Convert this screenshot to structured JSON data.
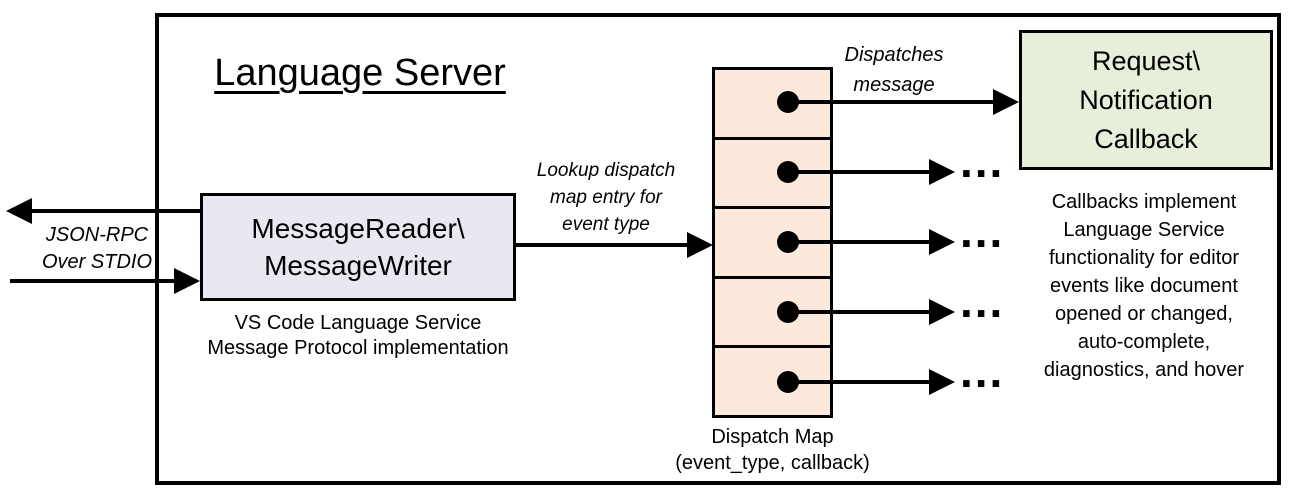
{
  "title": "Language Server",
  "io": {
    "label": "JSON-RPC\nOver STDIO"
  },
  "message_box": {
    "label": "MessageReader\\\nMessageWriter",
    "caption": "VS Code Language Service\nMessage Protocol implementation"
  },
  "lookup_label": "Lookup dispatch\nmap entry for\nevent type",
  "dispatches_label": "Dispatches\nmessage",
  "callback_box": {
    "label": "Request\\\nNotification\nCallback"
  },
  "callbacks_note": "Callbacks implement\nLanguage Service\nfunctionality for editor\nevents like document\nopened or changed,\nauto-complete,\ndiagnostics, and hover",
  "dispatch_map": {
    "caption": "Dispatch Map\n(event_type, callback)",
    "rows": 5,
    "ellipsis": "..."
  },
  "colors": {
    "message_box_fill": "#e9e8f1",
    "dispatch_map_fill": "#fce9dc",
    "callback_box_fill": "#e7eeda",
    "line": "#000000"
  }
}
